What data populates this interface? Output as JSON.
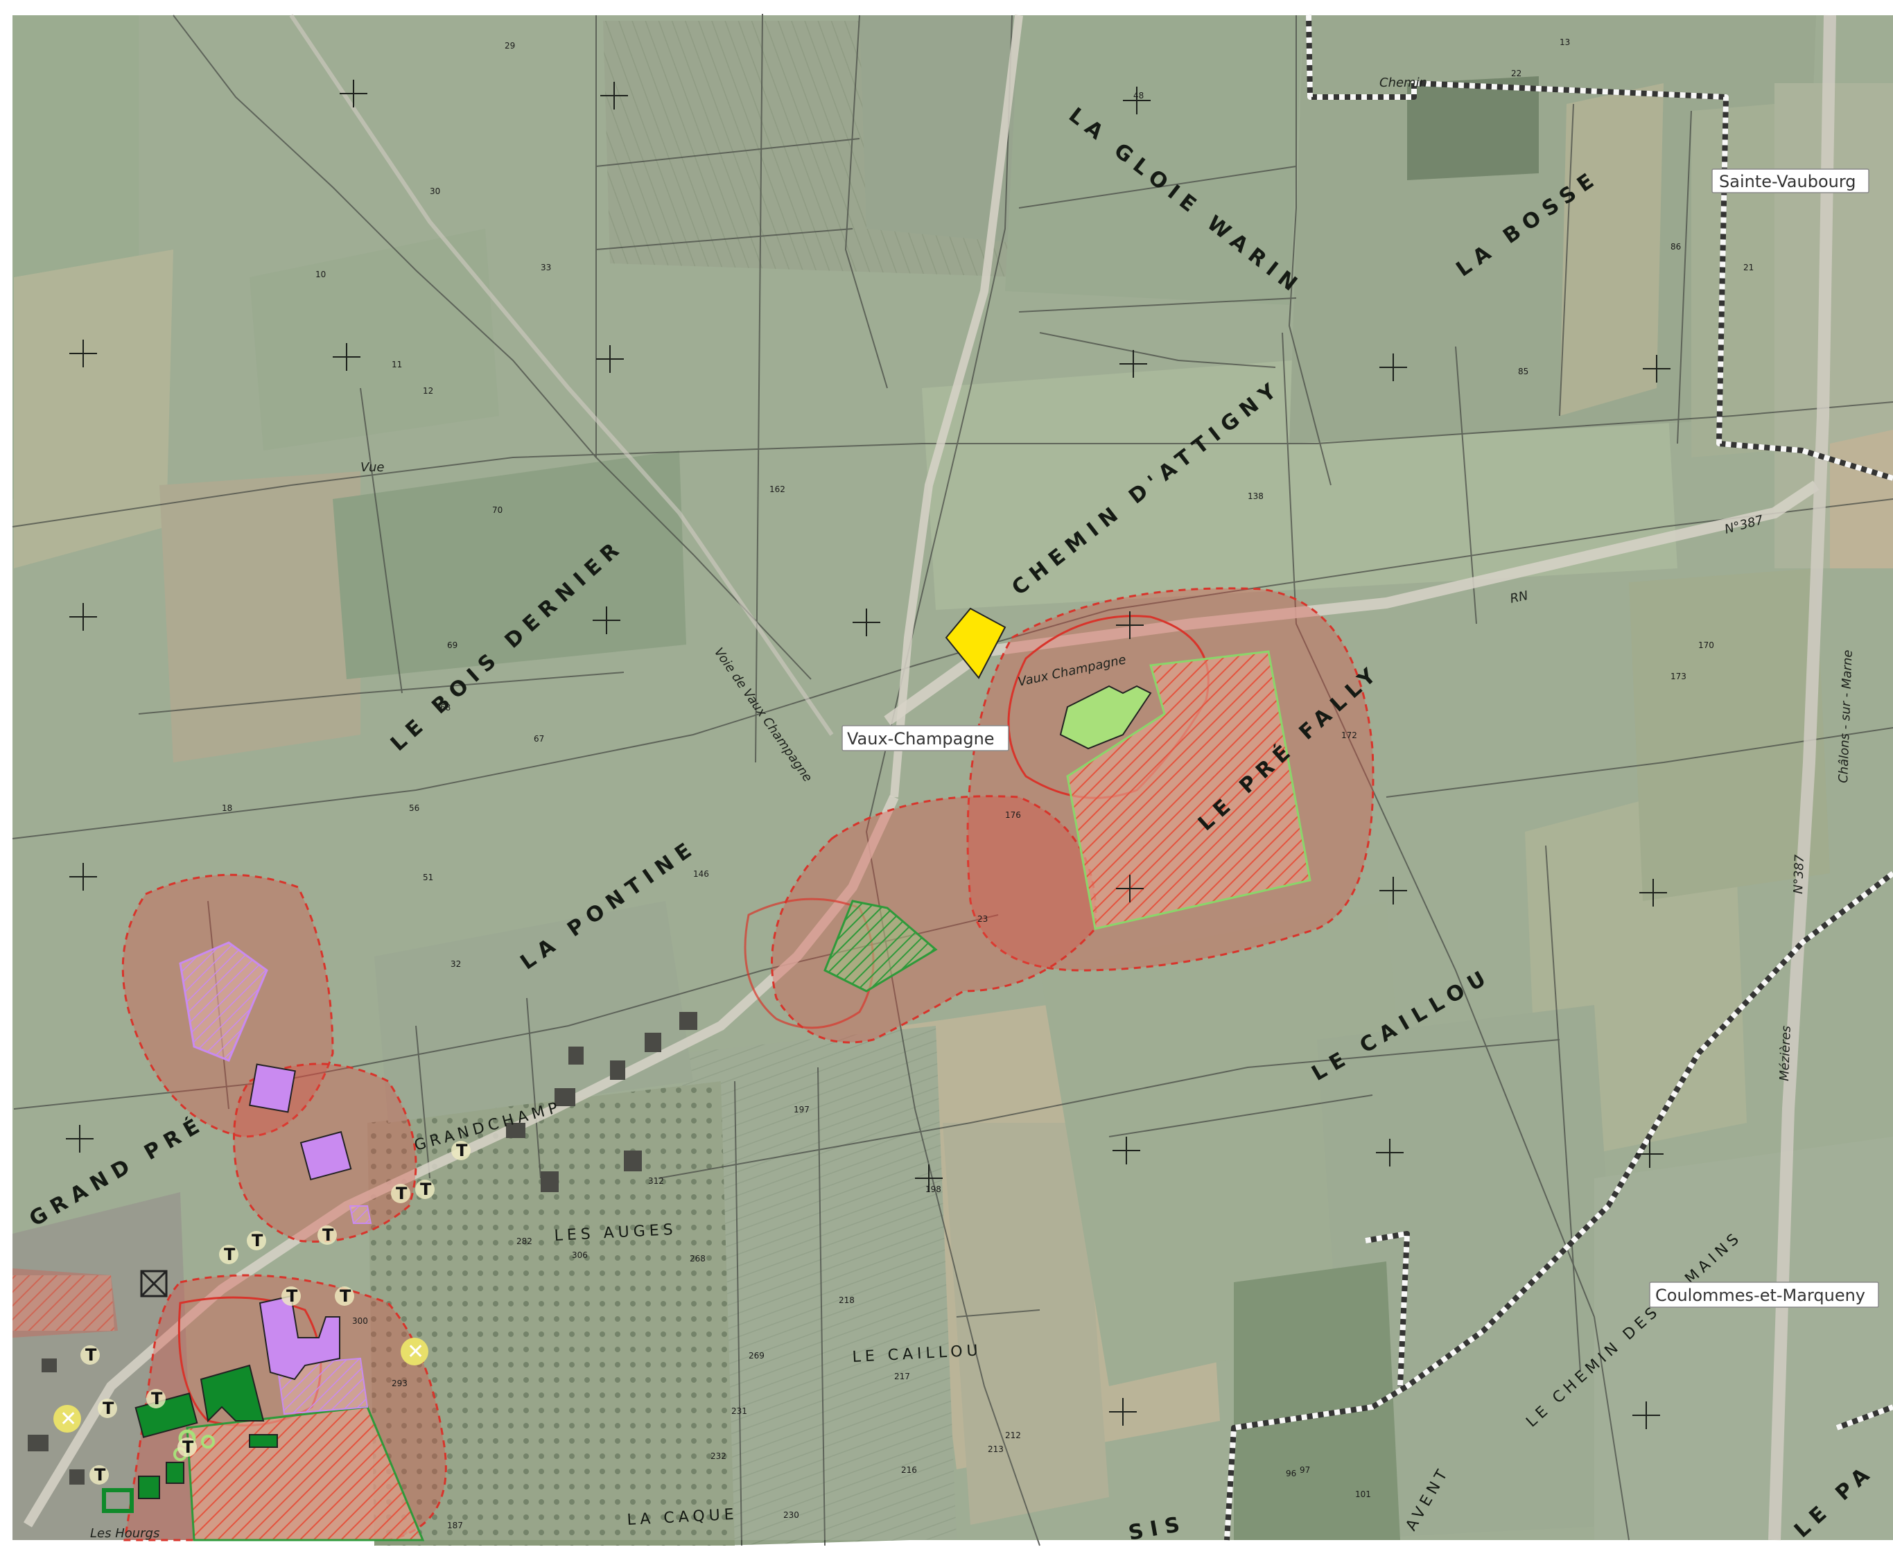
{
  "map": {
    "place_labels": [
      {
        "id": "sainte-vaubourg",
        "text": "Sainte-Vaubourg"
      },
      {
        "id": "vaux-champagne",
        "text": "Vaux-Champagne"
      },
      {
        "id": "coulommes",
        "text": "Coulommes-et-Marqueny"
      }
    ],
    "lieux_dits": [
      {
        "id": "gloie-warin",
        "text": "LA GLOIE WARIN"
      },
      {
        "id": "bosse",
        "text": "LA BOSSE"
      },
      {
        "id": "chemin-attigny",
        "text": "CHEMIN D'ATTIGNY"
      },
      {
        "id": "bois-dernier",
        "text": "LE BOIS DERNIER"
      },
      {
        "id": "pre-fally",
        "text": "LE PRÉ FALLY"
      },
      {
        "id": "pontine",
        "text": "LA PONTINE"
      },
      {
        "id": "caillou",
        "text": "LE CAILLOU"
      },
      {
        "id": "grandchamp",
        "text": "GRANDCHAMP"
      },
      {
        "id": "grand-pre",
        "text": "GRAND PRÉ"
      },
      {
        "id": "les-auges",
        "text": "LES AUGES"
      },
      {
        "id": "le-caillou-2",
        "text": "LE CAILLOU"
      },
      {
        "id": "la-caque",
        "text": "LA CAQUE"
      },
      {
        "id": "chemin-romains",
        "text": "LE CHEMIN DES ROMAINS"
      },
      {
        "id": "les-hourgs",
        "text": "Les Hourgs"
      },
      {
        "id": "le-pa",
        "text": "LE PA"
      },
      {
        "id": "avent",
        "text": "AVENT"
      },
      {
        "id": "sis",
        "text": "SIS"
      }
    ],
    "road_labels": [
      {
        "id": "rn-387",
        "text": "N°387"
      },
      {
        "id": "rn",
        "text": "RN"
      },
      {
        "id": "rn-vertical",
        "text": "N°387"
      },
      {
        "id": "chalons",
        "text": "Châlons - sur - Marne"
      },
      {
        "id": "vaux-champagne-road",
        "text": "Vaux Champagne"
      },
      {
        "id": "mezieres",
        "text": "Mézières"
      },
      {
        "id": "voie-vaux",
        "text": "Voie de Vaux Champagne"
      },
      {
        "id": "chemin-road",
        "text": "Chemin"
      },
      {
        "id": "vue",
        "text": "Vue"
      }
    ],
    "parcel_numbers": [
      "48",
      "13",
      "29",
      "33",
      "30",
      "10",
      "11",
      "12",
      "70",
      "69",
      "68",
      "67",
      "56",
      "51",
      "32",
      "18",
      "162",
      "138",
      "146",
      "176",
      "172",
      "170",
      "173",
      "23",
      "21",
      "22",
      "85",
      "86",
      "197",
      "198",
      "218",
      "217",
      "216",
      "213",
      "212",
      "230",
      "231",
      "232",
      "269",
      "268",
      "282",
      "306",
      "312",
      "300",
      "293",
      "187",
      "96",
      "97",
      "101"
    ],
    "markers": {
      "t_label": "T",
      "x_label": "✕"
    },
    "colors": {
      "buffer_fill": "#e04a3f",
      "buffer_stroke": "#d8342b",
      "green_parcel": "#a8e07a",
      "dark_green": "#0f8a2a",
      "purple": "#c98af0",
      "yellow": "#ffe600",
      "hatch_red": "#e4543f",
      "hatch_green": "#2e9a3a",
      "boundary": "#ffffff"
    }
  }
}
